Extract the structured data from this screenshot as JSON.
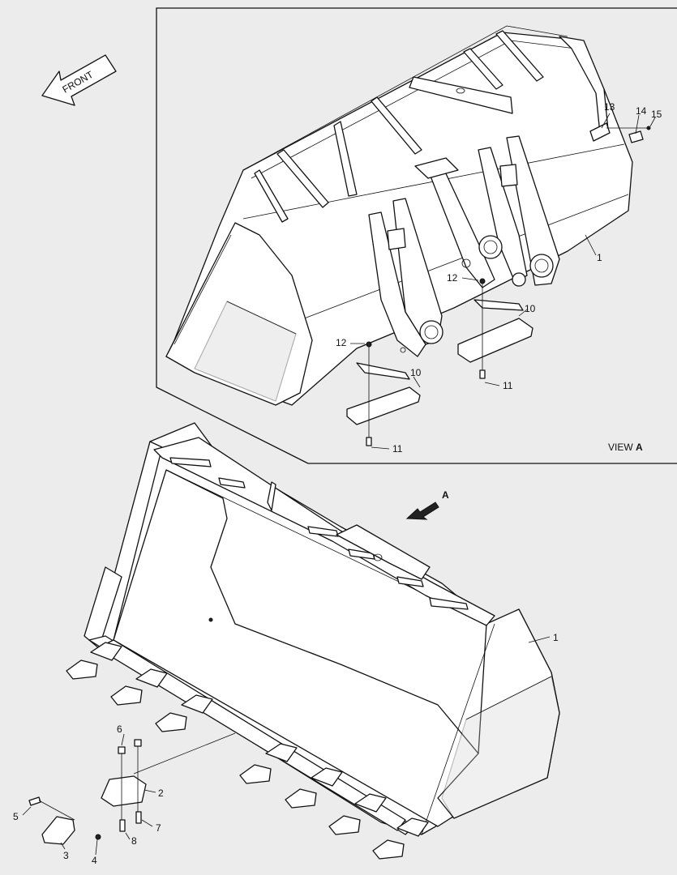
{
  "orientation": {
    "text": "FRONT"
  },
  "view": {
    "prefix": "VIEW",
    "letter": "A",
    "arrow_letter": "A"
  },
  "callouts": {
    "c1_top": "1",
    "c10_right": "10",
    "c10_left": "10",
    "c11_right": "11",
    "c11_left": "11",
    "c12_right": "12",
    "c12_left": "12",
    "c13": "13",
    "c14": "14",
    "c15": "15",
    "c1_bottom": "1",
    "c2": "2",
    "c3": "3",
    "c4": "4",
    "c5": "5",
    "c6": "6",
    "c7": "7",
    "c8": "8"
  },
  "colors": {
    "background": "#ececec",
    "line": "#111111",
    "fill": "#ffffff"
  }
}
